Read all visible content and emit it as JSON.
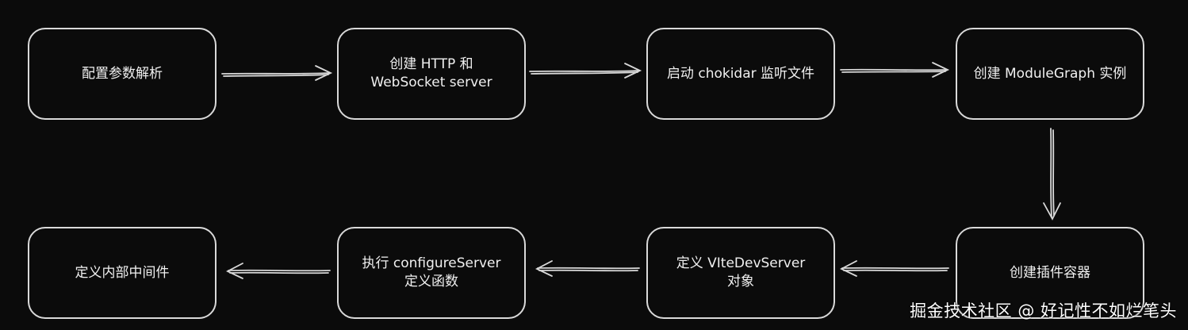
{
  "nodes": [
    {
      "id": "n1",
      "label": "配置参数解析"
    },
    {
      "id": "n2",
      "label": "创建 HTTP 和\nWebSocket server"
    },
    {
      "id": "n3",
      "label": "启动 chokidar 监听文件"
    },
    {
      "id": "n4",
      "label": "创建 ModuleGraph 实例"
    },
    {
      "id": "n5",
      "label": "创建插件容器"
    },
    {
      "id": "n6",
      "label": "定义 VIteDevServer\n对象"
    },
    {
      "id": "n7",
      "label": "执行 configureServer\n定义函数"
    },
    {
      "id": "n8",
      "label": "定义内部中间件"
    }
  ],
  "edges": [
    {
      "from": "n1",
      "to": "n2"
    },
    {
      "from": "n2",
      "to": "n3"
    },
    {
      "from": "n3",
      "to": "n4"
    },
    {
      "from": "n4",
      "to": "n5"
    },
    {
      "from": "n5",
      "to": "n6"
    },
    {
      "from": "n6",
      "to": "n7"
    },
    {
      "from": "n7",
      "to": "n8"
    }
  ],
  "watermark": "掘金技术社区 @ 好记性不如烂笔头",
  "colors": {
    "background": "#0b0b0b",
    "stroke": "#d9d9d9",
    "text": "#f0f0f0"
  }
}
